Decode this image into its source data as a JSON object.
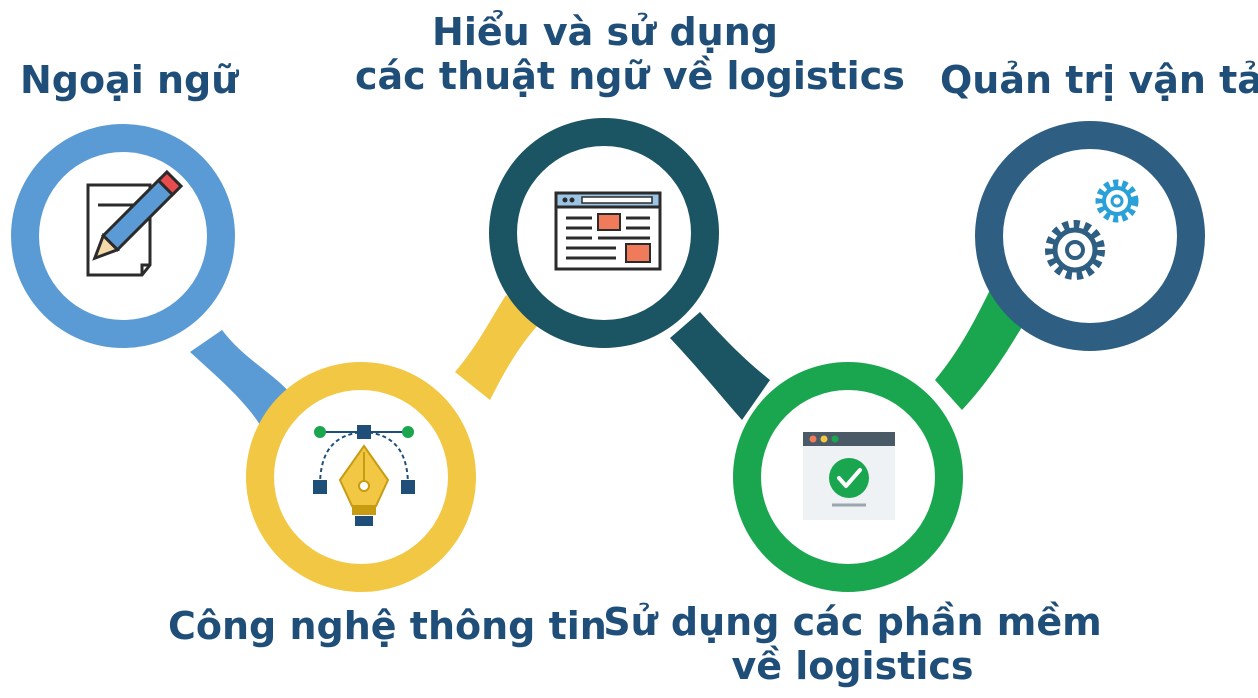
{
  "steps": [
    {
      "label_lines": [
        "Ngoại ngữ"
      ],
      "icon": "pencil-paper-icon",
      "color": "#5b9bd5"
    },
    {
      "label_lines": [
        "Công nghệ thông tin"
      ],
      "icon": "vector-pen-icon",
      "color": "#f2c744"
    },
    {
      "label_lines": [
        "Hiểu và sử dụng",
        "các thuật ngữ về logistics"
      ],
      "icon": "web-document-icon",
      "color": "#1b5463"
    },
    {
      "label_lines": [
        "Sử dụng các phần mềm",
        "về logistics"
      ],
      "icon": "software-check-icon",
      "color": "#1aa64f"
    },
    {
      "label_lines": [
        "Quản trị vận tải"
      ],
      "icon": "gears-icon",
      "color": "#2e5e82"
    }
  ],
  "text_color": "#1f4e79"
}
